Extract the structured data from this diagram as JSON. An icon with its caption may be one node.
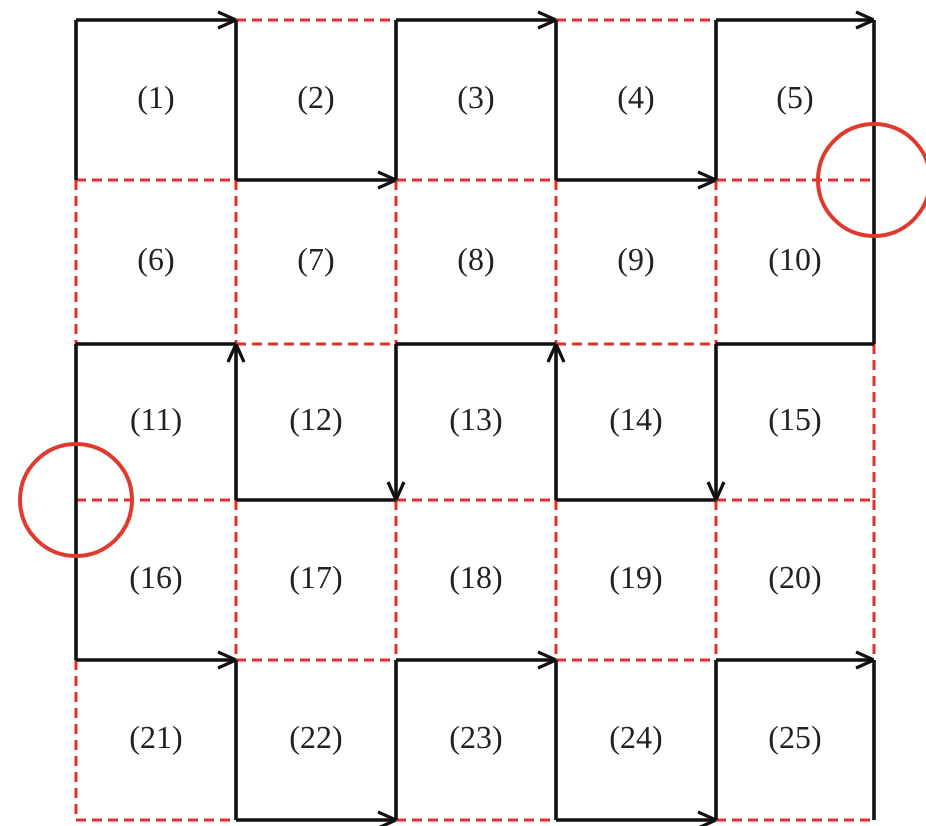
{
  "diagram": {
    "nodes": [
      {
        "text": [
          "(1)"
        ]
      },
      {
        "text": [
          "(2)"
        ]
      },
      {
        "text": [
          "(3)"
        ]
      },
      {
        "text": [
          "(4)"
        ]
      },
      {
        "text": [
          "(5)"
        ]
      },
      {
        "text": [
          "(6)"
        ]
      },
      {
        "text": [
          "(7)"
        ]
      },
      {
        "text": [
          "(8)"
        ]
      },
      {
        "text": [
          "(9)"
        ]
      },
      {
        "text": [
          "(10)"
        ]
      },
      {
        "text": [
          "(11)"
        ]
      },
      {
        "text": [
          "(12)"
        ]
      },
      {
        "text": [
          "(13)"
        ]
      },
      {
        "text": [
          "(14)"
        ]
      },
      {
        "text": [
          "(15)"
        ]
      },
      {
        "text": [
          "(16)"
        ]
      },
      {
        "text": [
          "(17)"
        ]
      },
      {
        "text": [
          "(18)"
        ]
      },
      {
        "text": [
          "(19)"
        ]
      },
      {
        "text": [
          "(20)"
        ]
      },
      {
        "text": [
          "(21)"
        ]
      },
      {
        "text": [
          "(22)"
        ]
      },
      {
        "text": [
          "(23)"
        ]
      },
      {
        "text": [
          "(24)"
        ]
      },
      {
        "text": [
          "(25)"
        ]
      }
    ]
  }
}
